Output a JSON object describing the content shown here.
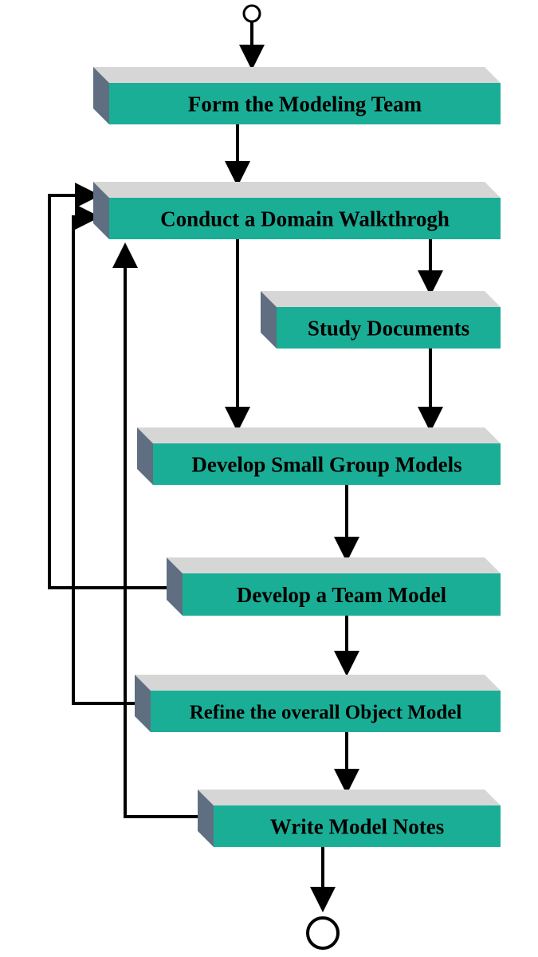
{
  "diagram": {
    "steps": [
      {
        "id": "form",
        "label": "Form the Modeling Team"
      },
      {
        "id": "walkthrough",
        "label": "Conduct a Domain Walkthrogh"
      },
      {
        "id": "study",
        "label": "Study Documents"
      },
      {
        "id": "small",
        "label": "Develop Small Group Models"
      },
      {
        "id": "team",
        "label": "Develop a Team Model"
      },
      {
        "id": "refine",
        "label": "Refine the overall Object Model"
      },
      {
        "id": "notes",
        "label": "Write Model Notes"
      }
    ],
    "colors": {
      "face": "#1aae96",
      "top": "#d6d6d6",
      "side": "#5f6e80",
      "line": "#000000"
    }
  }
}
